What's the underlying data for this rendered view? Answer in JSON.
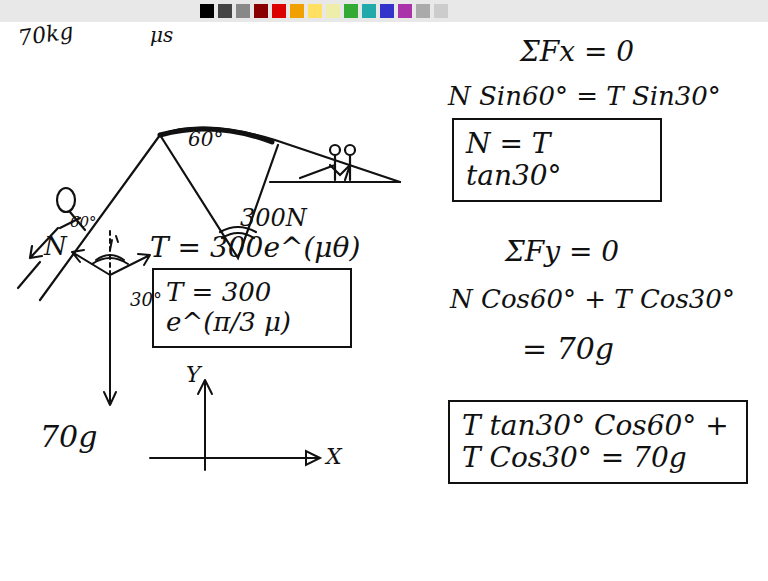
{
  "diagram": {
    "nodes": [
      {
        "text": [
          "N = T tan30°"
        ]
      },
      {
        "text": [
          "T = 300 e^(π/3 μ)"
        ]
      },
      {
        "text": [
          "T tan30° Cos60° + T Cos30° = 70g"
        ]
      }
    ],
    "labels": [
      "70kg",
      "μs",
      "60°",
      "300N",
      "ΣFx = 0",
      "N Sin60° = T Sin30°",
      "T = 300e^(μθ)",
      "ΣFy = 0",
      "N Cos60° + T Cos30°",
      "= 70g",
      "N",
      "60°",
      "30°",
      "70g",
      "Y",
      "X"
    ]
  }
}
